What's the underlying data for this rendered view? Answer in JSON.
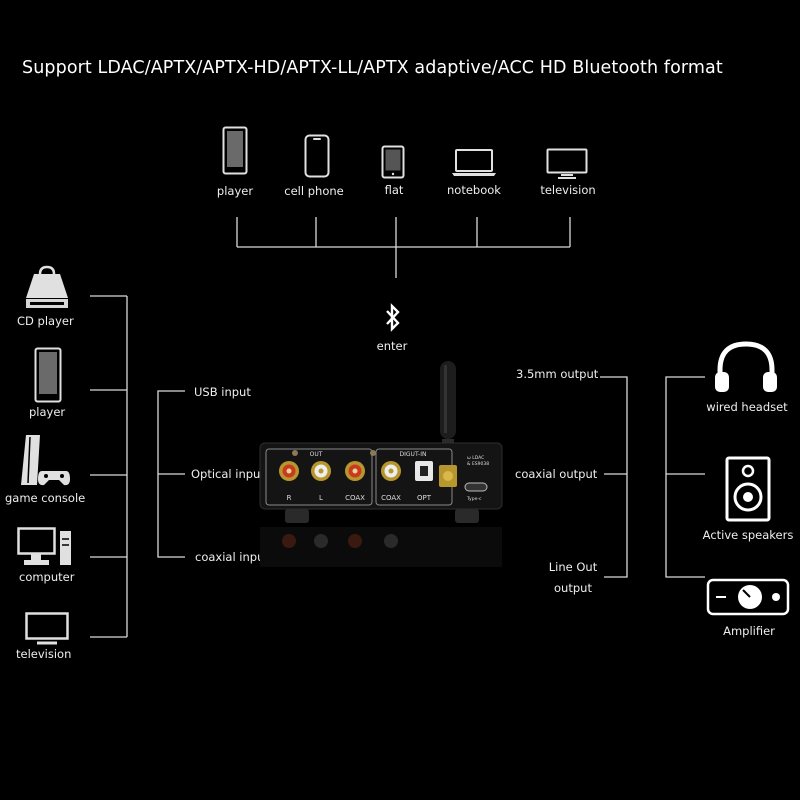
{
  "title": "Support LDAC/APTX/APTX-HD/APTX-LL/APTX adaptive/ACC HD Bluetooth format",
  "sources_top": [
    {
      "label": "player",
      "icon": "player-icon"
    },
    {
      "label": "cell phone",
      "icon": "cell-phone-icon"
    },
    {
      "label": "flat",
      "icon": "tablet-icon"
    },
    {
      "label": "notebook",
      "icon": "laptop-icon"
    },
    {
      "label": "television",
      "icon": "monitor-icon"
    }
  ],
  "bluetooth": {
    "label": "enter",
    "icon": "bluetooth-icon"
  },
  "sources_left": [
    {
      "label": "CD player",
      "icon": "cd-player-icon"
    },
    {
      "label": "player",
      "icon": "player-icon"
    },
    {
      "label": "game console",
      "icon": "game-console-icon"
    },
    {
      "label": "computer",
      "icon": "computer-icon"
    },
    {
      "label": "television",
      "icon": "television-icon"
    }
  ],
  "inputs": {
    "usb": "USB input",
    "optical": "Optical input",
    "coaxial": "coaxial input"
  },
  "outputs": {
    "jack": "3.5mm output",
    "coaxial": "coaxial output",
    "line_out_1": "Line Out",
    "line_out_2": "output"
  },
  "destinations": [
    {
      "label": "wired headset",
      "icon": "headphones-icon"
    },
    {
      "label": "Active speakers",
      "icon": "speaker-icon"
    },
    {
      "label": "Amplifier",
      "icon": "amplifier-icon"
    }
  ],
  "device_panel": {
    "out": "OUT",
    "digit_in": "DIGUT-IN",
    "r": "R",
    "l": "L",
    "coax1": "COAX",
    "coax2": "COAX",
    "opt": "OPT",
    "brand_1": "ω LDAC",
    "brand_2": "& ES9038",
    "usb_label": "Type-c"
  },
  "colors": {
    "background": "#000000",
    "wire": "#d9d9d9",
    "text": "#ffffff"
  }
}
